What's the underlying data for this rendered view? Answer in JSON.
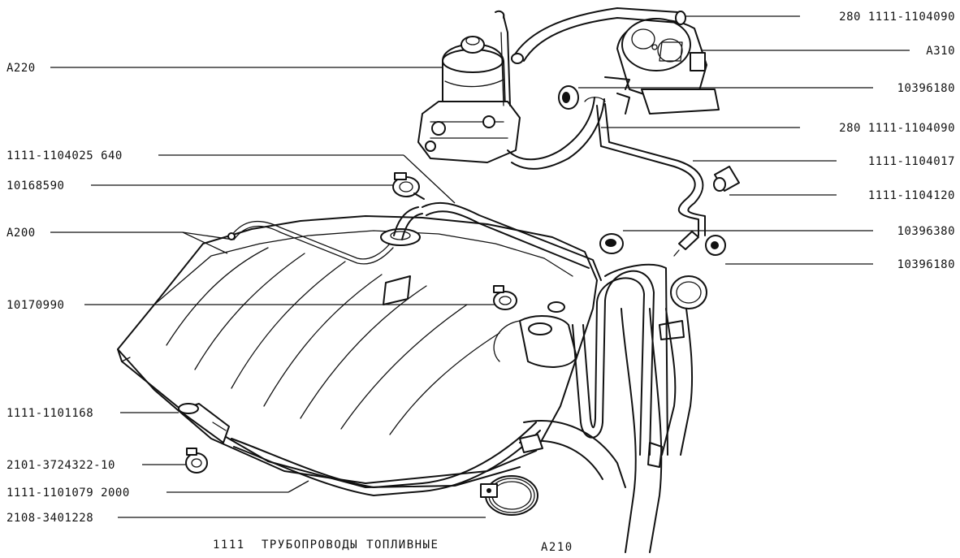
{
  "caption": {
    "part_number": "1111",
    "title": "ТРУБОПРОВОДЫ ТОПЛИВНЫЕ",
    "code": "A210"
  },
  "labels_left": [
    {
      "text": "A220"
    },
    {
      "text": "1111-1104025 640"
    },
    {
      "text": "10168590"
    },
    {
      "text": "A200"
    },
    {
      "text": "10170990"
    },
    {
      "text": "1111-1101168"
    },
    {
      "text": "2101-3724322-10"
    },
    {
      "text": "1111-1101079 2000"
    },
    {
      "text": "2108-3401228"
    }
  ],
  "labels_right": [
    {
      "text": "280 1111-1104090"
    },
    {
      "text": "A310"
    },
    {
      "text": "10396180"
    },
    {
      "text": "280 1111-1104090"
    },
    {
      "text": "1111-1104017"
    },
    {
      "text": "1111-1104120"
    },
    {
      "text": "10396380"
    },
    {
      "text": "10396180"
    }
  ]
}
